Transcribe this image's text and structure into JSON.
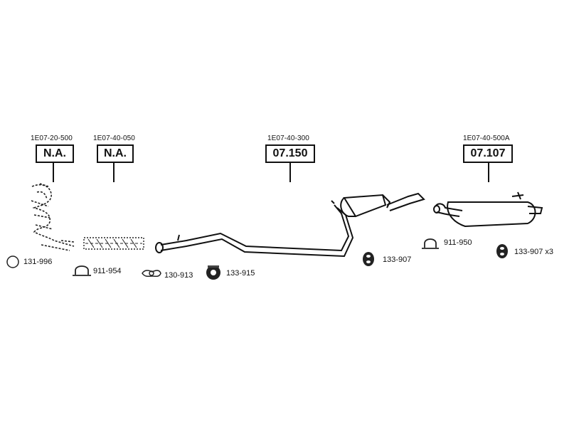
{
  "assemblies": [
    {
      "code": "1E07-20-500",
      "ref": "N.A."
    },
    {
      "code": "1E07-40-050",
      "ref": "N.A."
    },
    {
      "code": "1E07-40-300",
      "ref": "07.150"
    },
    {
      "code": "1E07-40-500A",
      "ref": "07.107"
    }
  ],
  "accessories": [
    {
      "label": "131-996",
      "icon": "ring-icon"
    },
    {
      "label": "911-954",
      "icon": "clamp-icon"
    },
    {
      "label": "130-913",
      "icon": "flange-gasket-icon"
    },
    {
      "label": "133-915",
      "icon": "rubber-mount-icon"
    },
    {
      "label": "133-907",
      "icon": "rubber-hanger-icon"
    },
    {
      "label": "911-950",
      "icon": "clamp-icon"
    },
    {
      "label": "133-907 x3",
      "icon": "rubber-hanger-icon"
    }
  ]
}
